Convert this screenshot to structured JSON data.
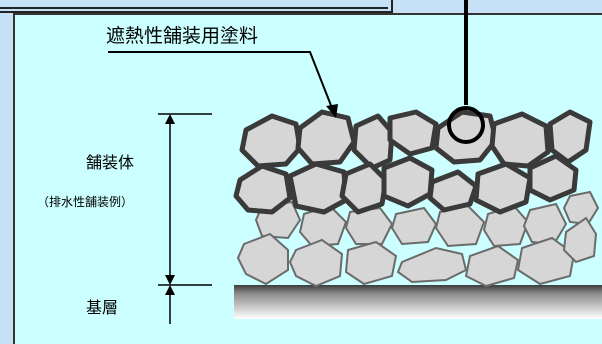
{
  "labels": {
    "coating": "遮熱性舗装用塗料",
    "pavement_body": "舗装体",
    "pavement_example": "（排水性舗装例）",
    "base_layer": "基層"
  },
  "colors": {
    "background": "#c6e0f5",
    "panel": "#ccffff",
    "stone_fill": "#d6d6d6",
    "coated_edge": "#3a3a3a",
    "uncoated_edge": "#6b6b6b"
  }
}
